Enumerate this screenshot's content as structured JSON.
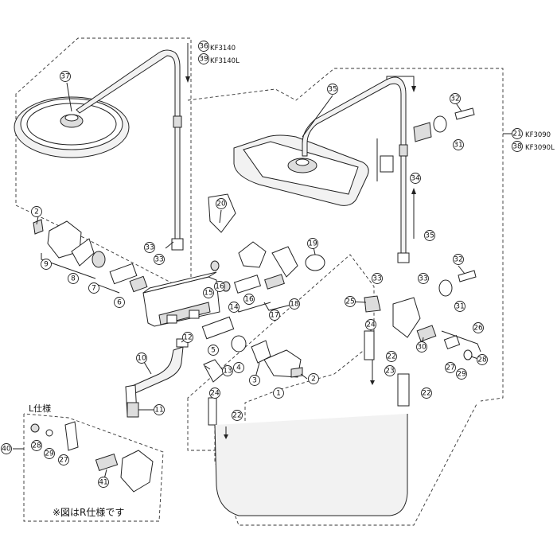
{
  "callouts": [
    {
      "n": "36",
      "tag": "c36"
    },
    {
      "n": "39",
      "tag": "c39"
    },
    {
      "n": "37",
      "tag": "c37"
    },
    {
      "n": "35",
      "tag": "c35a"
    },
    {
      "n": "32",
      "tag": "c32a"
    },
    {
      "n": "21",
      "tag": "c21"
    },
    {
      "n": "38",
      "tag": "c38"
    },
    {
      "n": "31",
      "tag": "c31a"
    },
    {
      "n": "34",
      "tag": "c34"
    },
    {
      "n": "20",
      "tag": "c20"
    },
    {
      "n": "2",
      "tag": "c2a"
    },
    {
      "n": "9",
      "tag": "c9"
    },
    {
      "n": "8",
      "tag": "c8"
    },
    {
      "n": "7",
      "tag": "c7"
    },
    {
      "n": "6",
      "tag": "c6"
    },
    {
      "n": "33",
      "tag": "c33a"
    },
    {
      "n": "33",
      "tag": "c33b"
    },
    {
      "n": "19",
      "tag": "c19"
    },
    {
      "n": "16",
      "tag": "c16a"
    },
    {
      "n": "16",
      "tag": "c16b"
    },
    {
      "n": "15",
      "tag": "c15"
    },
    {
      "n": "14",
      "tag": "c14"
    },
    {
      "n": "17",
      "tag": "c17"
    },
    {
      "n": "18",
      "tag": "c18"
    },
    {
      "n": "35",
      "tag": "c35b"
    },
    {
      "n": "32",
      "tag": "c32b"
    },
    {
      "n": "33",
      "tag": "c33c"
    },
    {
      "n": "33",
      "tag": "c33d"
    },
    {
      "n": "31",
      "tag": "c31b"
    },
    {
      "n": "25",
      "tag": "c25"
    },
    {
      "n": "24",
      "tag": "c24a"
    },
    {
      "n": "26",
      "tag": "c26"
    },
    {
      "n": "30",
      "tag": "c30"
    },
    {
      "n": "28",
      "tag": "c28a"
    },
    {
      "n": "22",
      "tag": "c22a"
    },
    {
      "n": "23",
      "tag": "c23"
    },
    {
      "n": "27",
      "tag": "c27a"
    },
    {
      "n": "29",
      "tag": "c29a"
    },
    {
      "n": "12",
      "tag": "c12"
    },
    {
      "n": "5",
      "tag": "c5"
    },
    {
      "n": "10",
      "tag": "c10"
    },
    {
      "n": "13",
      "tag": "c13"
    },
    {
      "n": "4",
      "tag": "c4"
    },
    {
      "n": "3",
      "tag": "c3"
    },
    {
      "n": "2",
      "tag": "c2b"
    },
    {
      "n": "1",
      "tag": "c1"
    },
    {
      "n": "11",
      "tag": "c11"
    },
    {
      "n": "24",
      "tag": "c24b"
    },
    {
      "n": "22",
      "tag": "c22b"
    },
    {
      "n": "22",
      "tag": "c22c"
    },
    {
      "n": "40",
      "tag": "c40"
    },
    {
      "n": "28",
      "tag": "c28b"
    },
    {
      "n": "29",
      "tag": "c29b"
    },
    {
      "n": "27",
      "tag": "c27b"
    },
    {
      "n": "41",
      "tag": "c41"
    }
  ],
  "models": {
    "kf3140": "KF3140",
    "kf3140l": "KF3140L",
    "kf3090": "KF3090",
    "kf3090l": "KF3090L"
  },
  "labels": {
    "l_spec": "L仕様",
    "note": "※図はR仕様です"
  }
}
